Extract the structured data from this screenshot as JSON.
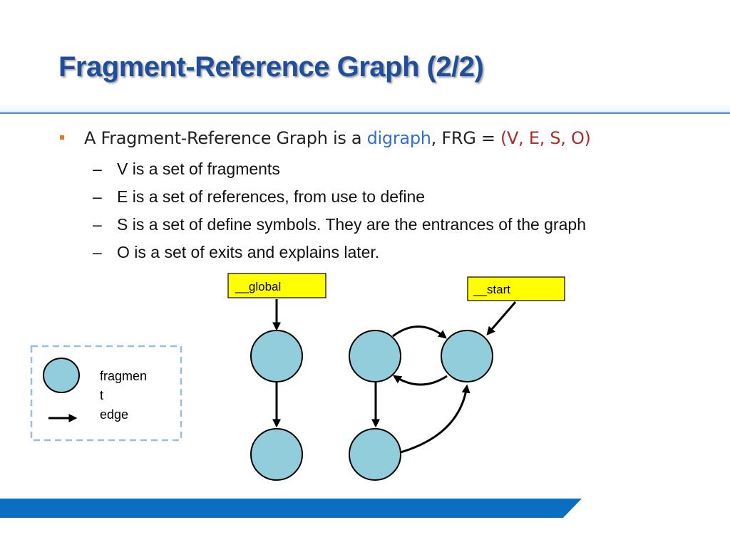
{
  "slide": {
    "title": "Fragment-Reference Graph (2/2)"
  },
  "bullets": {
    "main": {
      "prefix": "A Fragment-Reference Graph is a ",
      "highlight": "digraph",
      "middle": ", FRG = ",
      "tuple": "(V, E, S, O)"
    },
    "sub": [
      "V is a set of fragments",
      "E is a set of references, from use to define",
      "S is a set of define symbols. They are the entrances of the graph",
      "O is a set of exits and explains later."
    ],
    "dash": "–"
  },
  "diagram": {
    "labels": {
      "global": "__global",
      "start": "__start"
    },
    "legend": {
      "fragment_line1": "fragmen",
      "fragment_line2": "t",
      "edge": "edge"
    }
  },
  "colors": {
    "title": "#1f4e9c",
    "bullet_marker": "#e8731f",
    "highlight_blue": "#2f6fd6",
    "tuple_red": "#b02a2a",
    "node_fill": "#92cddc",
    "label_fill": "#ffff00",
    "footer_bar": "#0b6fc1",
    "legend_border": "#9bbde0"
  }
}
